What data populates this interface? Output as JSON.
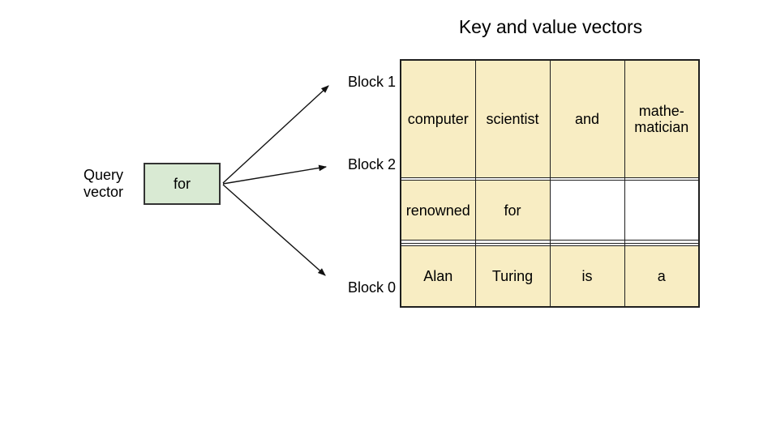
{
  "title": "Key and value vectors",
  "query_vector": {
    "label": "Query\nvector",
    "box_text": "for"
  },
  "block_labels": {
    "block1": "Block 1",
    "block2": "Block 2",
    "block0": "Block 0"
  },
  "table": {
    "rows": [
      {
        "cells": [
          {
            "text": "computer",
            "highlight": true
          },
          {
            "text": "scientist",
            "highlight": true
          },
          {
            "text": "and",
            "highlight": true
          },
          {
            "text": "mathe-\nmatician",
            "highlight": true
          }
        ]
      },
      {
        "cells": [
          {
            "text": "",
            "highlight": false
          },
          {
            "text": "",
            "highlight": false
          },
          {
            "text": "",
            "highlight": false
          },
          {
            "text": "",
            "highlight": false
          }
        ]
      },
      {
        "cells": [
          {
            "text": "renowned",
            "highlight": true
          },
          {
            "text": "for",
            "highlight": true
          },
          {
            "text": "",
            "highlight": false
          },
          {
            "text": "",
            "highlight": false
          }
        ]
      },
      {
        "cells": [
          {
            "text": "",
            "highlight": false
          },
          {
            "text": "",
            "highlight": false
          },
          {
            "text": "",
            "highlight": false
          },
          {
            "text": "",
            "highlight": false
          }
        ]
      },
      {
        "cells": [
          {
            "text": "",
            "highlight": false
          },
          {
            "text": "",
            "highlight": false
          },
          {
            "text": "",
            "highlight": false
          },
          {
            "text": "",
            "highlight": false
          }
        ]
      },
      {
        "cells": [
          {
            "text": "Alan",
            "highlight": true
          },
          {
            "text": "Turing",
            "highlight": true
          },
          {
            "text": "is",
            "highlight": true
          },
          {
            "text": "a",
            "highlight": true
          }
        ]
      }
    ]
  },
  "colors": {
    "highlight": "#f8edc3",
    "query_box_fill": "#d9ead3",
    "line": "#1f1f1f",
    "arrow": "#111111"
  }
}
